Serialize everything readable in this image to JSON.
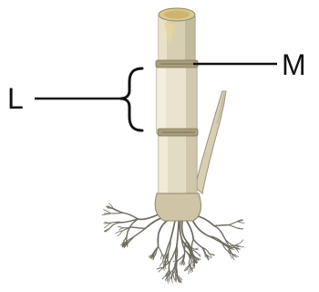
{
  "labels": {
    "left": "L",
    "right": "M"
  },
  "icons": {
    "stem": "bamboo-stem-illustration",
    "roots": "root-system-illustration",
    "brace": "curly-brace"
  },
  "colors": {
    "stem_light": "#e9e3cf",
    "stem_mid": "#d6cfb4",
    "stem_shadow": "#b9b198",
    "node_band": "#a89d7a",
    "cut_top": "#d9c98c",
    "cut_inner": "#c8b06a",
    "roots": "#6f6a5e",
    "callout": "#111111"
  }
}
